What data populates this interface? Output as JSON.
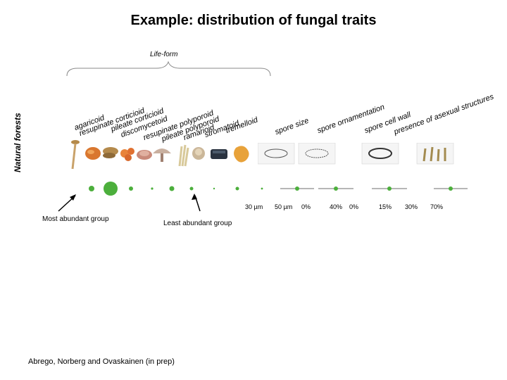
{
  "title": "Example: distribution of fungal traits",
  "lifeform_label": "Life-form",
  "side_label": "Natural forests",
  "traits": [
    "agaricoid",
    "resupinate corticioid",
    "pileate corticioid",
    "discomycetoid",
    "resupinate polyporoid",
    "pileate polyporoid",
    "ramarioid",
    "stromatoid",
    "tremelloid",
    "spore size",
    "spore ornamentation",
    "spore cell wall",
    "presence of asexual structures"
  ],
  "abundance_labels": {
    "most": "Most abundant group",
    "least": "Least abundant group"
  },
  "ranges": [
    {
      "min": "30 µm",
      "max": "50 µm"
    },
    {
      "min": "0%",
      "max": "40%"
    },
    {
      "min": "0%",
      "max": "15%"
    },
    {
      "min": "30%",
      "max": "70%"
    }
  ],
  "credit": "Abrego, Norberg and Ovaskainen (in prep)",
  "colors": {
    "dot": "#4caf3c",
    "line": "#6d6d6d"
  }
}
